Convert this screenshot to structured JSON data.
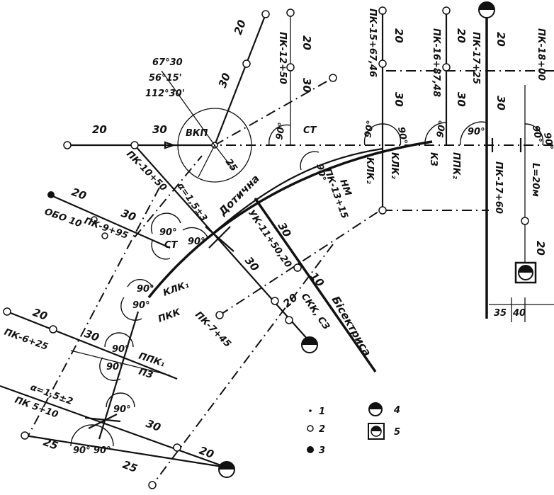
{
  "angles": {
    "a1": "67°30",
    "a2": "56°15'",
    "a3": "112°30'"
  },
  "labels": {
    "vkp": "ВКП",
    "dotichna": "Дотична",
    "bisectrisa": "Бісектриса",
    "ct1": "СТ",
    "ct2": "СТ",
    "klk2": "КЛК₂",
    "kp2": "КЛК₂",
    "kz": "КЗ",
    "ppk2": "ППК₂",
    "nm": "НМ",
    "klk1": "КЛК₁",
    "pkk": "ПКК",
    "ppk1": "ППК₁",
    "pz": "ПЗ",
    "skk": "СКК, СЗ"
  },
  "pickets": {
    "pk12": "ПК-12+50",
    "pk15": "ПК-15+67,46",
    "pk16": "ПК-16+87,48",
    "pk17a": "ПК-17+25",
    "pk18": "ПК-18+00",
    "pk10": "ПК-10+50",
    "pk13": "ПК-13+15",
    "pk11": "УК-11+50,20",
    "pk9": "ПК-9+95",
    "pk7": "ПК-7+45",
    "pk6": "ПК-6+25",
    "pk5": "ПК 5+10",
    "pk17b": "ПК-17+60",
    "len": "L=20м",
    "aa": "α=1,5±3",
    "aa2": "α=1,5±2",
    "obo": "ОБО 10"
  },
  "distances": {
    "d20": "20",
    "d30": "30",
    "d25": "25",
    "d10": "10",
    "d35": "35",
    "d40": "40",
    "d90": "90°"
  },
  "legend": [
    {
      "num": "1",
      "symbol": "small-dot"
    },
    {
      "num": "2",
      "symbol": "open-circle"
    },
    {
      "num": "3",
      "symbol": "filled-circle"
    },
    {
      "num": "4",
      "symbol": "half-filled-circle"
    },
    {
      "num": "5",
      "symbol": "boxed-circle"
    }
  ]
}
